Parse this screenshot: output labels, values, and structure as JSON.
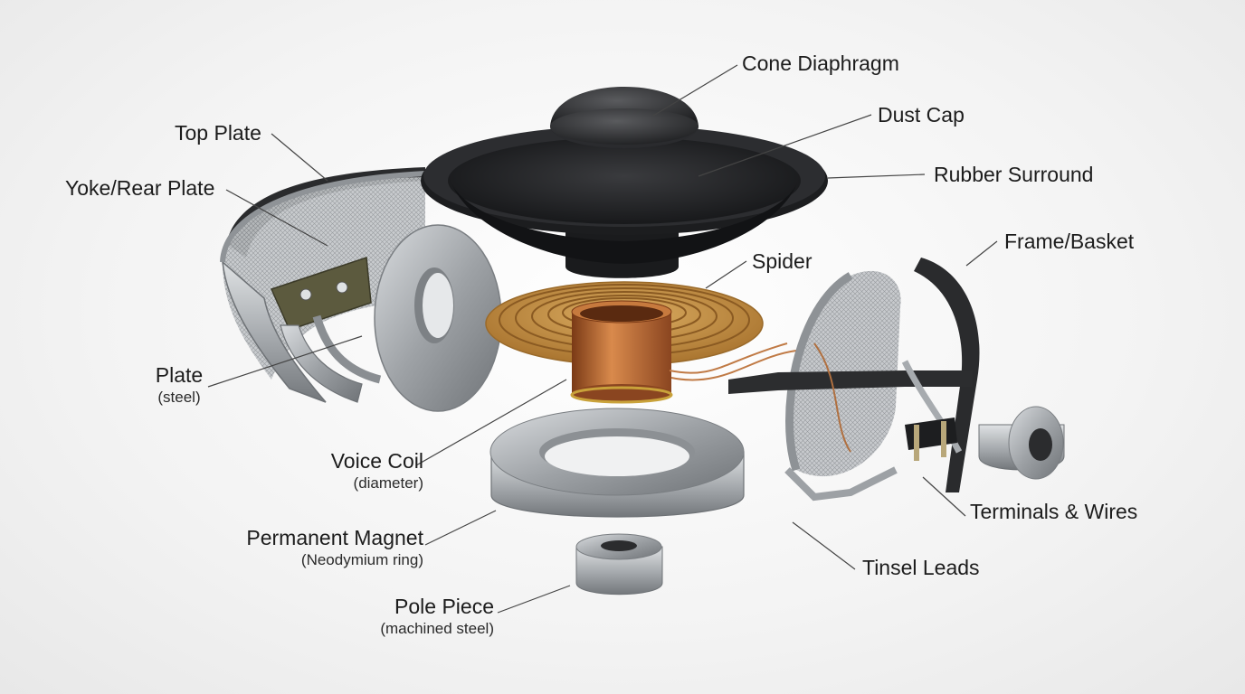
{
  "labels": {
    "cone_diaphragm": "Cone Diaphragm",
    "dust_cap": "Dust Cap",
    "rubber_surround": "Rubber Surround",
    "top_plate": "Top Plate",
    "yoke_rear_plate": "Yoke/Rear Plate",
    "frame_basket": "Frame/Basket",
    "spider": "Spider",
    "plate": "Plate",
    "plate_sub": "(steel)",
    "voice_coil": "Voice Coil",
    "voice_coil_sub": "(diameter)",
    "permanent_magnet": "Permanent Magnet",
    "permanent_magnet_sub": "(Neodymium ring)",
    "pole_piece": "Pole Piece",
    "pole_piece_sub": "(machined steel)",
    "terminals_wires": "Terminals & Wires",
    "tinsel_leads": "Tinsel Leads"
  },
  "colors": {
    "steel": "#a9adb1",
    "cone": "#1e1f21",
    "copper": "#b8652f",
    "spider": "#c99a52",
    "leader": "#444444"
  }
}
